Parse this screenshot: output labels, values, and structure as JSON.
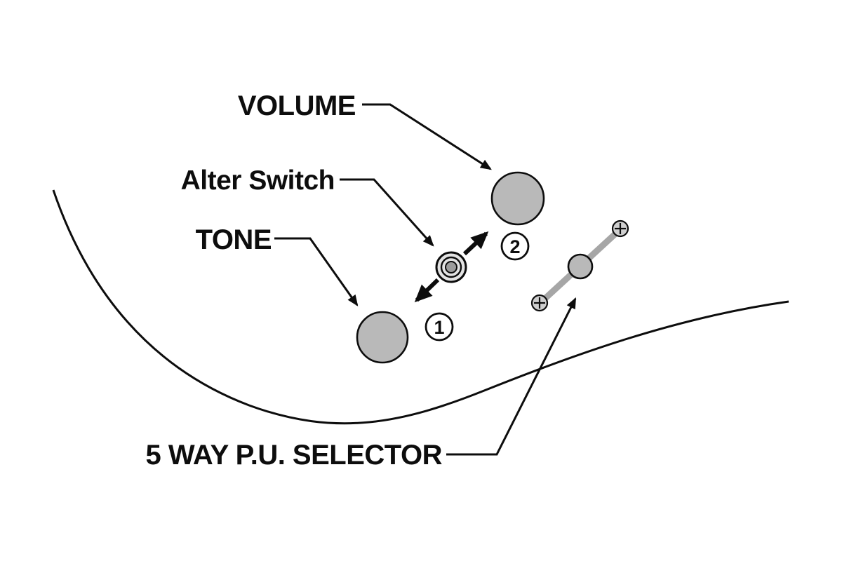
{
  "diagram": {
    "labels": {
      "volume": "VOLUME",
      "alter_switch": "Alter Switch",
      "tone": "TONE",
      "selector": "5 WAY P.U. SELECTOR"
    },
    "positions": {
      "one": "1",
      "two": "2"
    },
    "colors": {
      "background": "#ffffff",
      "line": "#0d0d0d",
      "knob_fill": "#b9b9b9",
      "switch_ring_fill": "#e3e3e3",
      "switch_center_fill": "#9c9c9c",
      "slot_color": "#a6a6a6",
      "screw_fill": "#cfcfcf",
      "badge_fill": "#ffffff"
    }
  }
}
